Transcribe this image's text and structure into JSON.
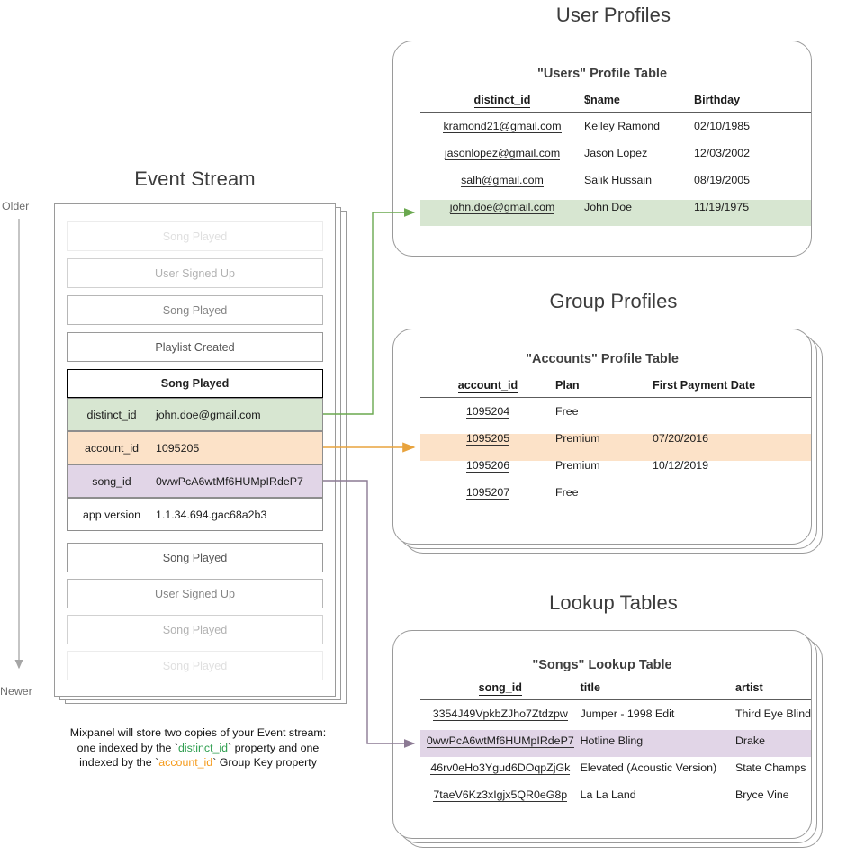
{
  "sections": {
    "event_stream_title": "Event Stream",
    "user_profiles_title": "User Profiles",
    "group_profiles_title": "Group Profiles",
    "lookup_tables_title": "Lookup Tables"
  },
  "axis": {
    "older": "Older",
    "newer": "Newer"
  },
  "event_stream": {
    "events_before": [
      {
        "name": "Song Played",
        "opacity": 0.18
      },
      {
        "name": "User Signed Up",
        "opacity": 0.45
      },
      {
        "name": "Song Played",
        "opacity": 0.72
      },
      {
        "name": "Playlist Created",
        "opacity": 1.0
      }
    ],
    "selected_event": {
      "name": "Song Played",
      "properties": [
        {
          "key": "distinct_id",
          "value": "john.doe@gmail.com",
          "color": "#d7e6d1"
        },
        {
          "key": "account_id",
          "value": "1095205",
          "color": "#fce2c8"
        },
        {
          "key": "song_id",
          "value": "0wwPcA6wtMf6HUMpIRdeP7",
          "color": "#e1d5e7"
        },
        {
          "key": "app version",
          "value": "1.1.34.694.gac68a2b3",
          "color": "#ffffff"
        }
      ]
    },
    "events_after": [
      {
        "name": "Song Played",
        "opacity": 1.0
      },
      {
        "name": "User Signed Up",
        "opacity": 0.72
      },
      {
        "name": "Song Played",
        "opacity": 0.45
      },
      {
        "name": "Song Played",
        "opacity": 0.18
      }
    ]
  },
  "caption": {
    "line1": "Mixpanel will store two copies of your Event stream:",
    "line2_pre": "one indexed by the `",
    "line2_tok": "distinct_id",
    "line2_post": "` property and one",
    "line3_pre": "indexed by the `",
    "line3_tok": "account_id",
    "line3_post": "` Group Key property"
  },
  "users_table": {
    "title": "\"Users\" Profile Table",
    "columns": [
      "distinct_id",
      "$name",
      "Birthday"
    ],
    "rows": [
      {
        "id": "kramond21@gmail.com",
        "name": "Kelley Ramond",
        "birthday": "02/10/1985",
        "highlight": false
      },
      {
        "id": "jasonlopez@gmail.com",
        "name": "Jason Lopez",
        "birthday": "12/03/2002",
        "highlight": false
      },
      {
        "id": "salh@gmail.com",
        "name": "Salik Hussain",
        "birthday": "08/19/2005",
        "highlight": false
      },
      {
        "id": "john.doe@gmail.com",
        "name": "John Doe",
        "birthday": "11/19/1975",
        "highlight": true
      }
    ],
    "highlight_color": "#d7e6d1"
  },
  "accounts_table": {
    "title": "\"Accounts\" Profile Table",
    "columns": [
      "account_id",
      "Plan",
      "First Payment Date"
    ],
    "rows": [
      {
        "id": "1095204",
        "plan": "Free",
        "date": "",
        "highlight": false
      },
      {
        "id": "1095205",
        "plan": "Premium",
        "date": "07/20/2016",
        "highlight": true
      },
      {
        "id": "1095206",
        "plan": "Premium",
        "date": "10/12/2019",
        "highlight": false
      },
      {
        "id": "1095207",
        "plan": "Free",
        "date": "",
        "highlight": false
      }
    ],
    "highlight_color": "#fce2c8"
  },
  "songs_table": {
    "title": "\"Songs\" Lookup Table",
    "columns": [
      "song_id",
      "title",
      "artist"
    ],
    "rows": [
      {
        "id": "3354J49VpkbZJho7Ztdzpw",
        "title": "Jumper - 1998 Edit",
        "artist": "Third Eye Blind",
        "highlight": false
      },
      {
        "id": "0wwPcA6wtMf6HUMpIRdeP7",
        "title": "Hotline Bling",
        "artist": "Drake",
        "highlight": true
      },
      {
        "id": "46rv0eHo3Ygud6DOqpZjGk",
        "title": "Elevated (Acoustic Version)",
        "artist": "State Champs",
        "highlight": false
      },
      {
        "id": "7taeV6Kz3xIgjx5QR0eG8p",
        "title": "La La Land",
        "artist": "Bryce Vine",
        "highlight": false
      }
    ],
    "highlight_color": "#e1d5e7"
  },
  "connectors": {
    "distinct_id_color": "#6aa84f",
    "account_id_color": "#e8a33d",
    "song_id_color": "#8c7a94"
  }
}
